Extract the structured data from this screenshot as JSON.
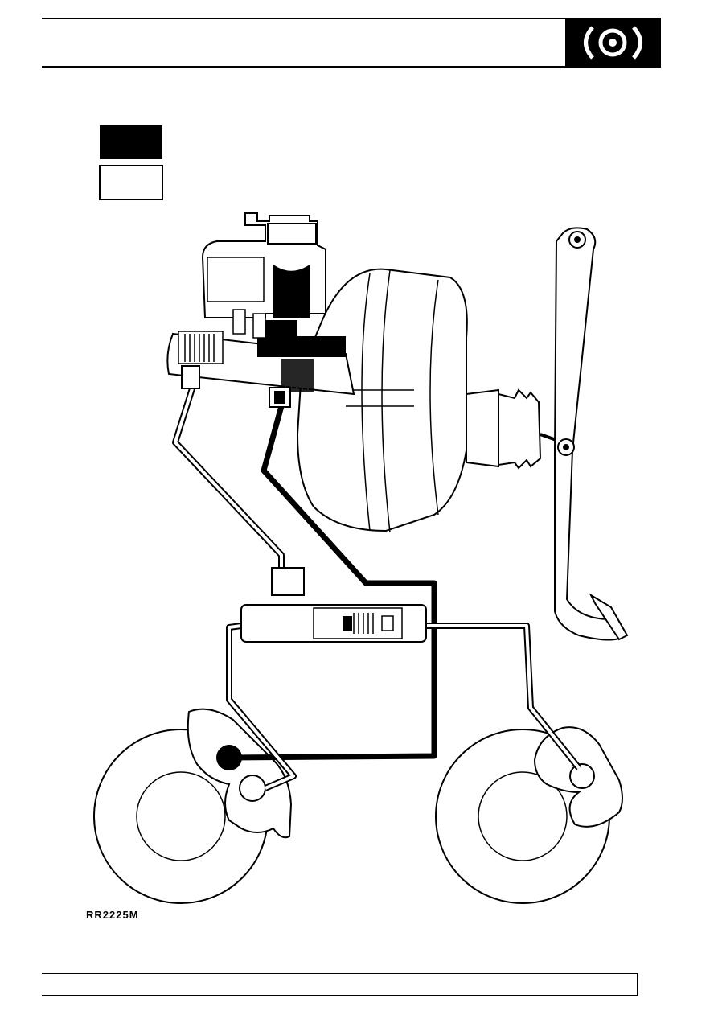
{
  "header": {
    "section_icon": "brake-disc-icon"
  },
  "legend": {
    "items": [
      {
        "swatch": "filled",
        "color": "#000000"
      },
      {
        "swatch": "outline",
        "color": "#ffffff"
      }
    ]
  },
  "figure": {
    "reference": "RR2225M"
  }
}
